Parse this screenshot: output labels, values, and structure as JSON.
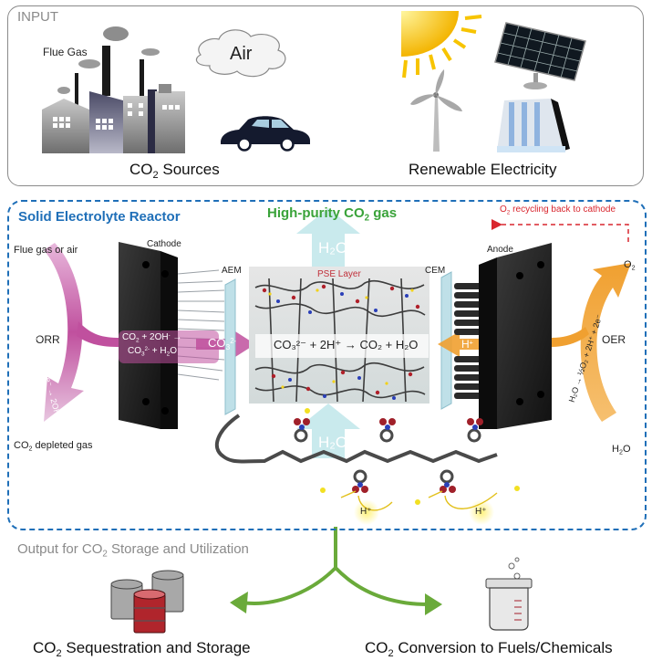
{
  "input_panel": {
    "title": "INPUT",
    "sources": {
      "flue_gas_label": "Flue Gas",
      "air_label": "Air",
      "caption_main": "CO",
      "caption_sub": "2",
      "caption_rest": " Sources"
    },
    "renewables": {
      "caption": "Renewable Electricity",
      "icons": [
        "sun-icon",
        "solar-panel-icon",
        "wind-turbine-icon",
        "hydro-dam-icon"
      ]
    }
  },
  "reactor": {
    "title": "Solid Electrolyte Reactor",
    "product": {
      "main": "High-purity CO",
      "sub": "2",
      "rest": " gas"
    },
    "o2_recycle": {
      "main": "O",
      "sub": "2",
      "rest": " recycling back to cathode"
    },
    "left": {
      "inlet": "Flue gas or air",
      "process": "ORR",
      "outlet_main": "CO",
      "outlet_sub": "2",
      "outlet_rest": " depleted gas",
      "arc_equation": "½O₂ + H₂O + 2e⁻ → 2OH⁻"
    },
    "cathode_label": "Cathode",
    "cathode_eq_line1": {
      "a": "CO",
      "a_sub": "2",
      "b": " + 2OH",
      "b_sup": "-",
      "c": " →"
    },
    "cathode_eq_line2": {
      "a": "CO",
      "a_sub": "3",
      "a_sup": "2-",
      "b": " + H",
      "b_sub": "2",
      "c": "O"
    },
    "carbonate_ion": {
      "main": "CO",
      "sub": "3",
      "sup": "2-"
    },
    "aem_label": "AEM",
    "pse_label": "PSE Layer",
    "pse_reaction": "CO₃²⁻ + 2H⁺ → CO₂ + H₂O",
    "water_arrow_label": "H₂O",
    "cem_label": "CEM",
    "proton_label": {
      "main": "H",
      "sup": "+"
    },
    "anode_label": "Anode",
    "right": {
      "process": "OER",
      "inlet_main": "H",
      "inlet_sub": "2",
      "inlet_rest": "O",
      "outlet_main": "O",
      "outlet_sub": "2",
      "arc_equation": "H₂O → ½O₂ + 2H⁺ + 2e⁻"
    },
    "hopping_protons": [
      "H⁺",
      "H⁺"
    ]
  },
  "output_panel": {
    "title_main": "Output for CO",
    "title_sub": "2",
    "title_rest": " Storage and Utilization",
    "storage": {
      "main": "CO",
      "sub": "2",
      "rest": " Sequestration and Storage"
    },
    "conversion": {
      "main": "CO",
      "sub": "2",
      "rest": " Conversion to Fuels/Chemicals"
    }
  },
  "colors": {
    "reactor_border": "#1f6fb8",
    "product_green": "#3aa33a",
    "recycle_red": "#d9262e",
    "orr_magenta": "#c0509e",
    "oer_orange": "#f0a030",
    "output_arrow_green": "#6aaa3a"
  }
}
